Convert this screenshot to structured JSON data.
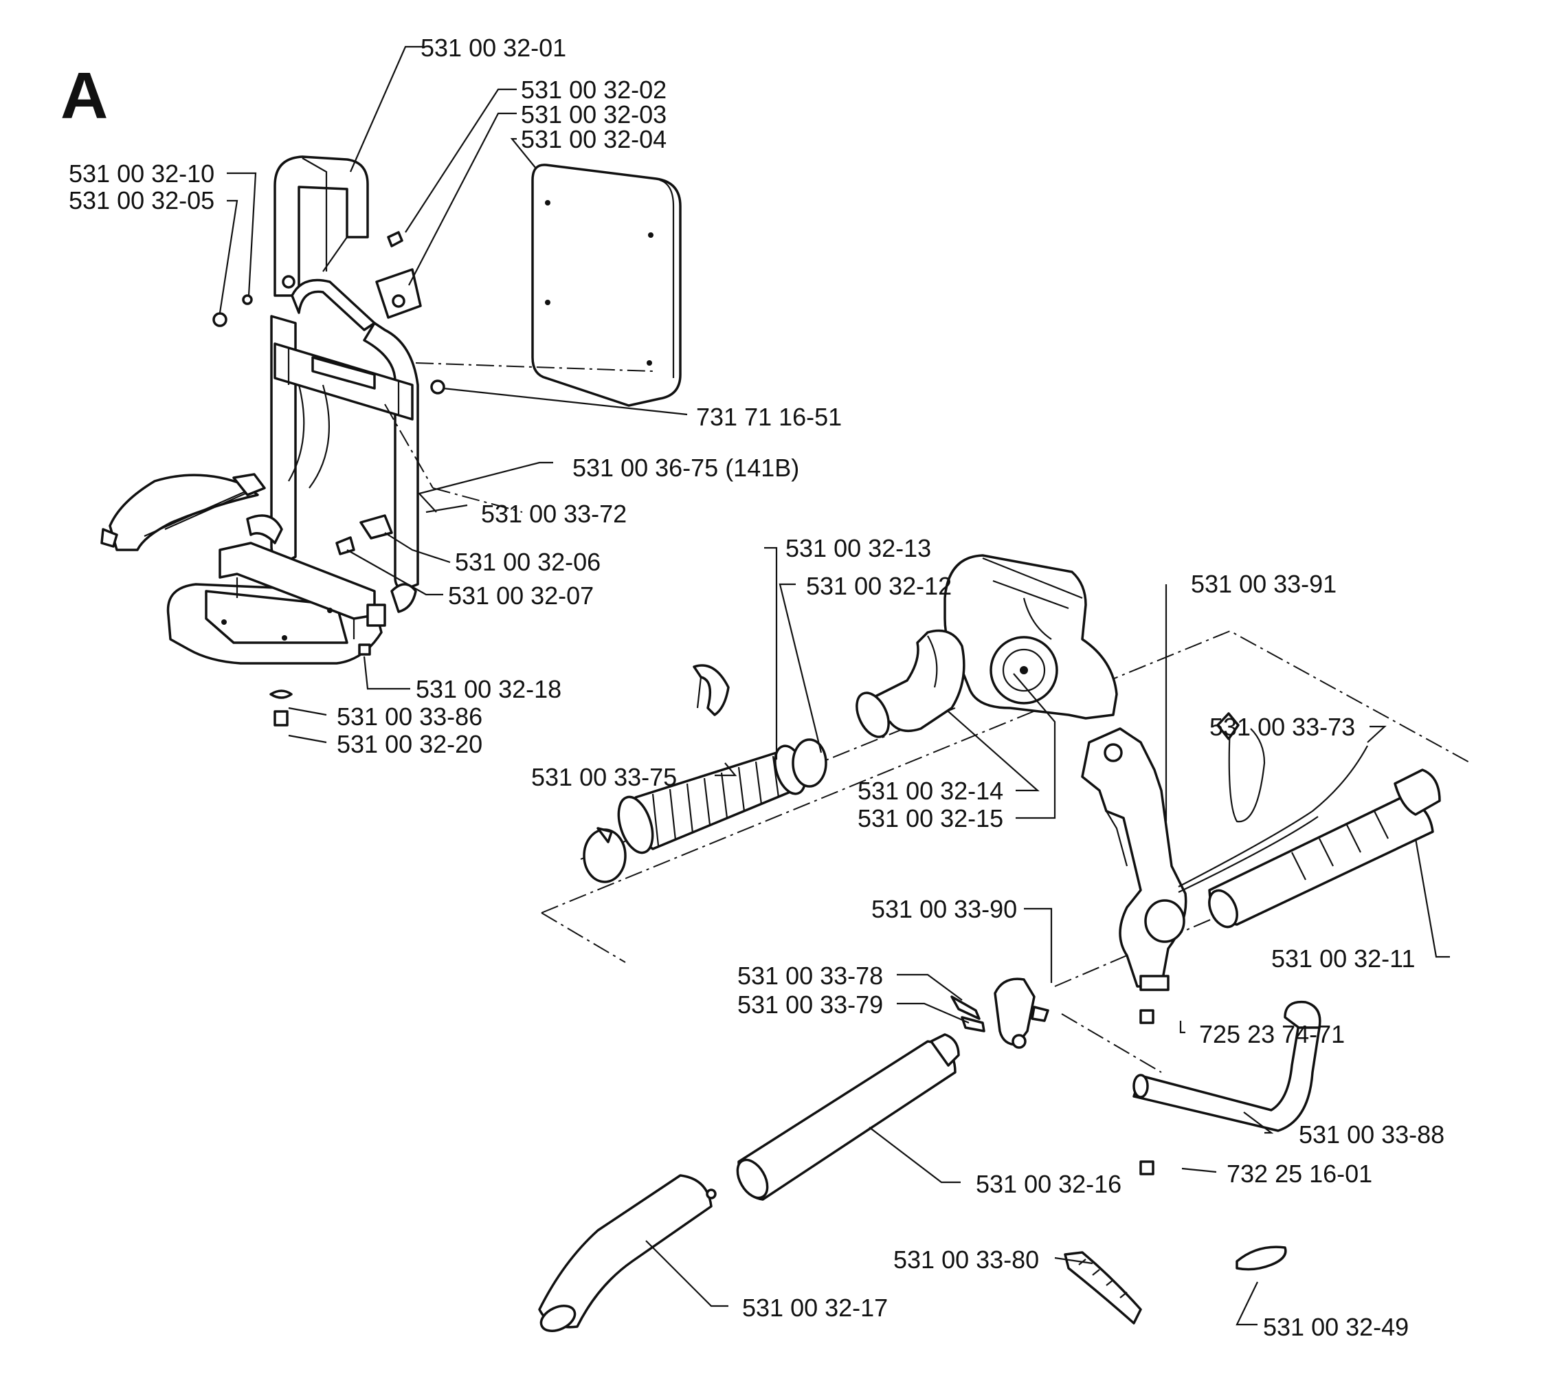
{
  "section_letter": "A",
  "labels": {
    "p01": "531 00 32-01",
    "p02": "531 00 32-02",
    "p03": "531 00 32-03",
    "p04": "531 00 32-04",
    "p10": "531 00 32-10",
    "p05": "531 00 32-05",
    "p7317116": "731 71 16-51",
    "p3675": "531 00 36-75 (141B)",
    "p3372": "531 00 33-72",
    "p06": "531  00 32-06",
    "p07": "531 00 32-07",
    "p18": "531 00 32-18",
    "p3386": "531 00 33-86",
    "p20": "531 00 32-20",
    "p13": "531 00 32-13",
    "p12": "531 00 32-12",
    "p3391": "531 00 33-91",
    "p3373": "531 00 33-73",
    "p3375": "531 00 33-75",
    "p14": "531 00 32-14",
    "p15": "531 00 32-15",
    "p11": "531 00 32-11",
    "p3390": "531 00 33-90",
    "p3378": "531 00 33-78",
    "p3379": "531 00 33-79",
    "p7252374": "725 23 74-71",
    "p3388": "531 00 33-88",
    "p16": "531 00 32-16",
    "p7322516": "732 25 16-01",
    "p3380": "531 00 33-80",
    "p17": "531 00 32-17",
    "p49": "531 00 32-49"
  }
}
